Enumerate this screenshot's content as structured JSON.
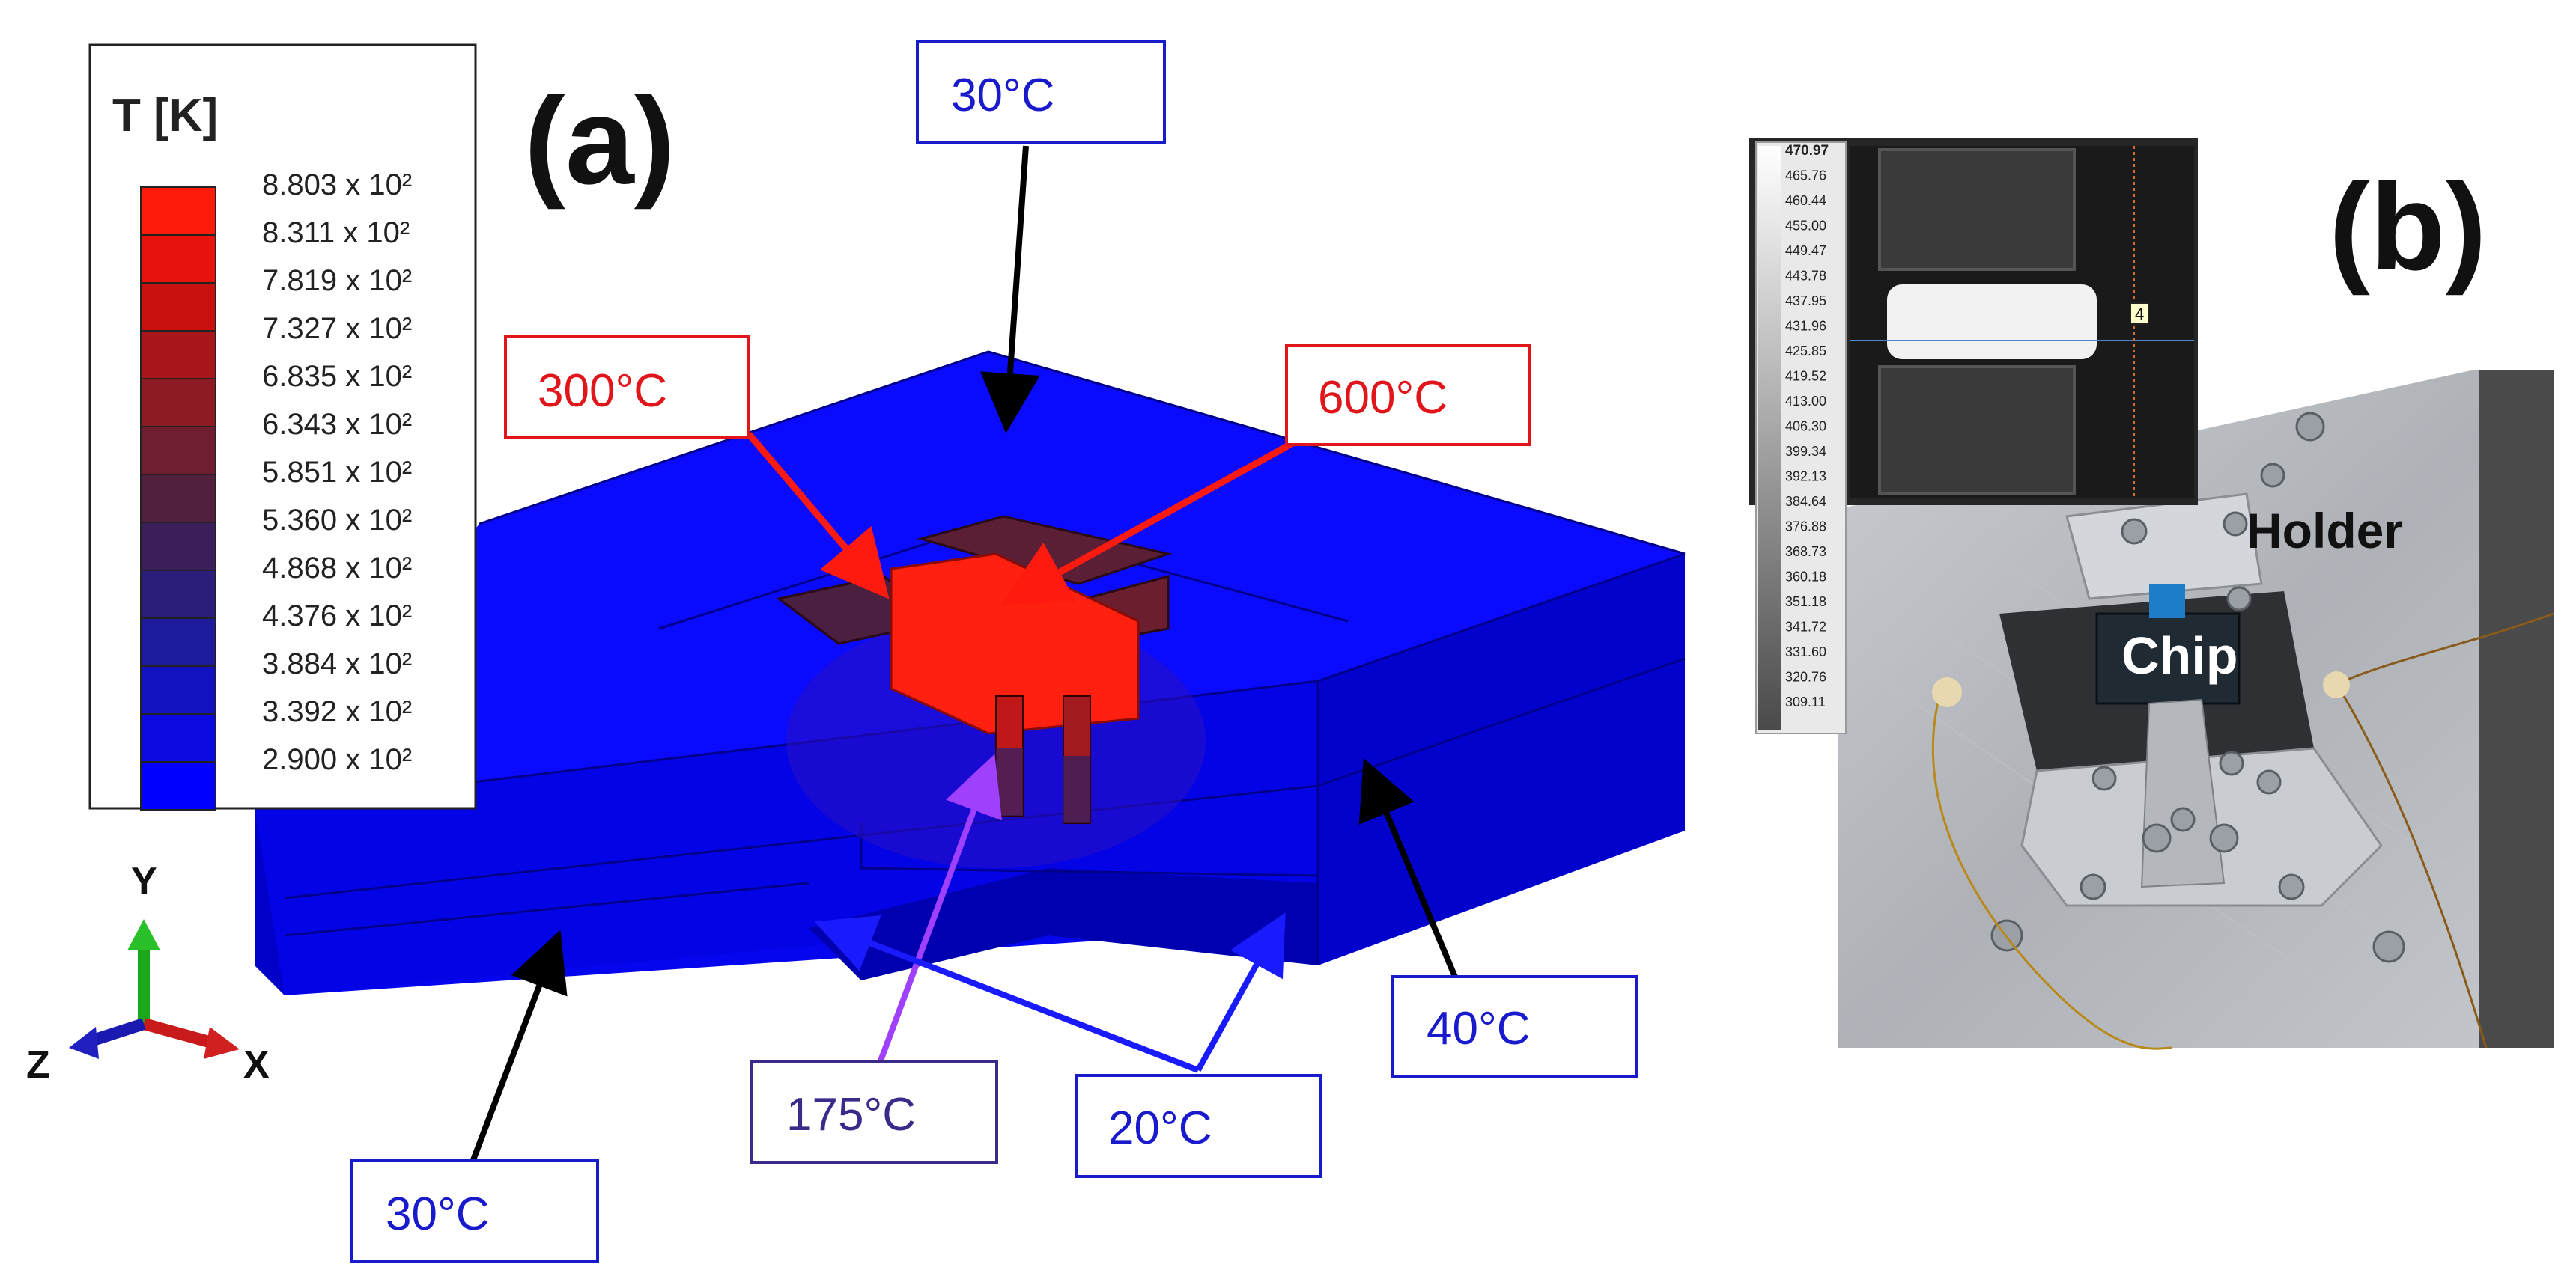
{
  "panel_a": {
    "label": "(a)",
    "legend": {
      "title": "T [K]",
      "entries": [
        {
          "value": "8.803 x 10²",
          "color": "#ff1a0a"
        },
        {
          "value": "8.311 x 10²",
          "color": "#e8120c"
        },
        {
          "value": "7.819 x 10²",
          "color": "#c8110e"
        },
        {
          "value": "7.327 x 10²",
          "color": "#a8151a"
        },
        {
          "value": "6.835 x 10²",
          "color": "#8e1a24"
        },
        {
          "value": "6.343 x 10²",
          "color": "#6e1e30"
        },
        {
          "value": "5.851 x 10²",
          "color": "#51203f"
        },
        {
          "value": "5.360 x 10²",
          "color": "#3a1f5a"
        },
        {
          "value": "4.868 x 10²",
          "color": "#2a1e7a"
        },
        {
          "value": "4.376 x 10²",
          "color": "#1d1a9c"
        },
        {
          "value": "3.884 x 10²",
          "color": "#1212c0"
        },
        {
          "value": "3.392 x 10²",
          "color": "#0a0ae0"
        },
        {
          "value": "2.900 x 10²",
          "color": "#0000ff"
        }
      ]
    },
    "axes": {
      "y": "Y",
      "x": "X",
      "z": "Z"
    },
    "callouts": [
      {
        "id": "top",
        "text": "30°C",
        "color": "#1a1acd"
      },
      {
        "id": "left-red",
        "text": "300°C",
        "color": "#e0161a"
      },
      {
        "id": "right-red",
        "text": "600°C",
        "color": "#e0161a"
      },
      {
        "id": "right-side",
        "text": "40°C",
        "color": "#1a1acd"
      },
      {
        "id": "bottom-left",
        "text": "30°C",
        "color": "#1a1acd"
      },
      {
        "id": "purple",
        "text": "175°C",
        "color": "#3a2a8a"
      },
      {
        "id": "bottom",
        "text": "20°C",
        "color": "#1a1acd"
      }
    ],
    "colors": {
      "block": "#0a0aff",
      "block_dark": "#0808d0",
      "hot": "#ff2010",
      "purple_arrow": "#a040ff"
    }
  },
  "panel_b": {
    "label": "(b)",
    "thermal_scale": [
      "470.97",
      "465.76",
      "460.44",
      "455.00",
      "449.47",
      "443.78",
      "437.95",
      "431.96",
      "425.85",
      "419.52",
      "413.00",
      "406.30",
      "399.34",
      "392.13",
      "384.64",
      "376.88",
      "368.73",
      "360.18",
      "351.18",
      "341.72",
      "331.60",
      "320.76",
      "309.11"
    ],
    "marker": "4",
    "labels": {
      "holder": "Holder",
      "chip": "Chip"
    }
  }
}
